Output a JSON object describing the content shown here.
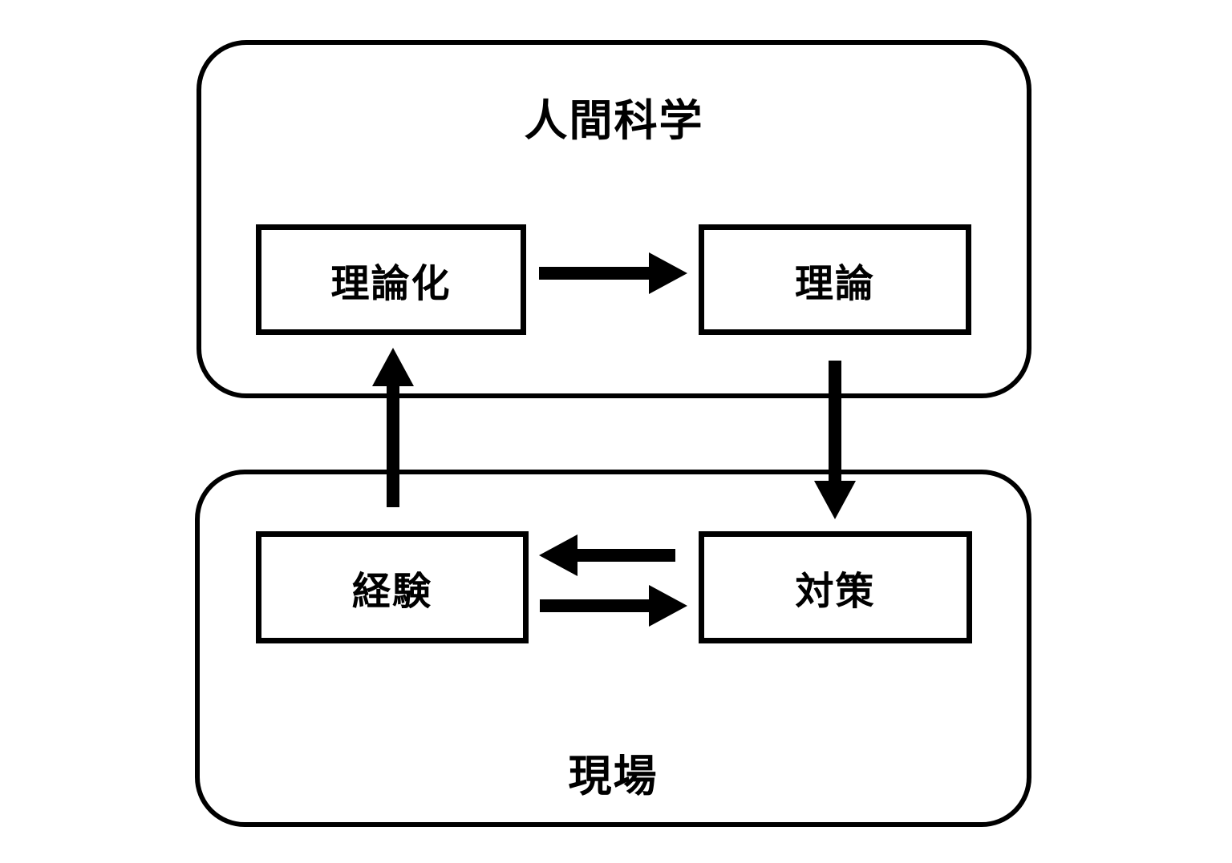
{
  "diagram": {
    "title": "",
    "background_color": "#ffffff",
    "line_color": "#000000",
    "containers": [
      {
        "id": "human-science",
        "label": "人間科学",
        "label_position": "top-center"
      },
      {
        "id": "field",
        "label": "現場",
        "label_position": "bottom-center"
      }
    ],
    "nodes": [
      {
        "id": "theorization",
        "label": "理論化",
        "container": "human-science"
      },
      {
        "id": "theory",
        "label": "理論",
        "container": "human-science"
      },
      {
        "id": "experience",
        "label": "経験",
        "container": "field"
      },
      {
        "id": "countermeasures",
        "label": "対策",
        "container": "field"
      }
    ],
    "arrows": [
      {
        "from": "theorization",
        "to": "theory",
        "direction": "right"
      },
      {
        "from": "theory",
        "to": "countermeasures",
        "direction": "down"
      },
      {
        "from": "experience",
        "to": "theorization",
        "direction": "up"
      },
      {
        "from": "countermeasures",
        "to": "experience",
        "direction": "left"
      },
      {
        "from": "experience",
        "to": "countermeasures",
        "direction": "right"
      }
    ]
  }
}
